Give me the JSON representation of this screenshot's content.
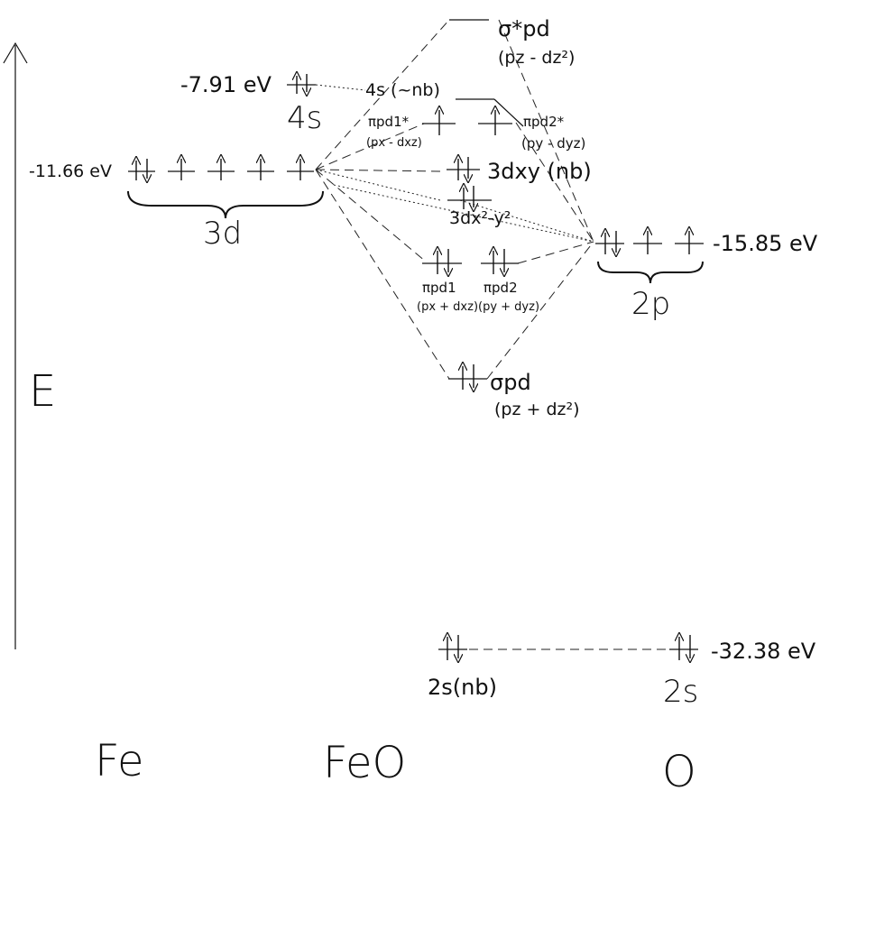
{
  "axis": {
    "label": "E"
  },
  "atoms": {
    "left": "Fe",
    "middle": "FeO",
    "right": "O"
  },
  "fe": {
    "s4_energy": "-7.91 eV",
    "s4_label": "4s",
    "d3_energy": "-11.66 eV",
    "d3_label": "3d"
  },
  "o": {
    "p2_energy": "-15.85 eV",
    "p2_label": "2p",
    "s2_energy": "-32.38 eV",
    "s2_label": "2s"
  },
  "mo": {
    "sigma_star": "σ*pd",
    "sigma_star_sub": "(pz - dz²)",
    "s4_nb": "4s (~nb)",
    "pi1_star": "πpd1*",
    "pi1_star_sub": "(px - dxz)",
    "pi2_star": "πpd2*",
    "pi2_star_sub": "(py - dyz)",
    "dxy": "3dxy (nb)",
    "dx2y2": "3dx²-y²",
    "pi1": "πpd1",
    "pi1_sub": "(px + dxz)",
    "pi2": "πpd2",
    "pi2_sub": "(py + dyz)",
    "sigma": "σpd",
    "sigma_sub": "(pz + dz²)",
    "s2_nb": "2s(nb)"
  }
}
